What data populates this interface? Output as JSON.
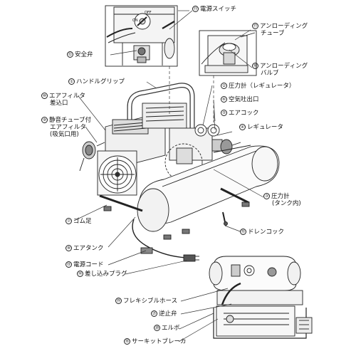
{
  "labels": {
    "power_switch": {
      "num": "⑪",
      "text": "電源スイッチ"
    },
    "unload_tube": {
      "num": "⑰",
      "text": "アンローディング",
      "text2": "チューブ"
    },
    "unload_valve": {
      "num": "⑯",
      "text": "アンローディング",
      "text2": "バルブ"
    },
    "safety_valve": {
      "num": "⑫",
      "text": "安全弁"
    },
    "handle_grip": {
      "num": "①",
      "text": "ハンドルグリップ"
    },
    "pressure_reg": {
      "num": "②",
      "text": "圧力計（レギュレータ）"
    },
    "air_filter_in": {
      "num": "⑩",
      "text": "エアフィルタ",
      "text2": "差込口"
    },
    "air_outlet": {
      "num": "⑥",
      "text": "空気吐出口"
    },
    "air_cock": {
      "num": "⑤",
      "text": "エアコック"
    },
    "silencer": {
      "num": "⑨",
      "text": "静音チューブ付",
      "text2": "エアフィルタ",
      "text3": "(吸気口用)"
    },
    "regulator": {
      "num": "④",
      "text": "レギュレータ"
    },
    "pressure_tank": {
      "num": "③",
      "text": "圧力計",
      "text2": "(タンク内)"
    },
    "rubber_feet": {
      "num": "⑦",
      "text": "ゴム足"
    },
    "drain_cock": {
      "num": "⑮",
      "text": "ドレンコック"
    },
    "air_tank": {
      "num": "⑧",
      "text": "エアタンク"
    },
    "power_cord": {
      "num": "⑬",
      "text": "電源コード"
    },
    "plug": {
      "num": "⑭",
      "text": "差し込みプラグ"
    },
    "flex_hose": {
      "num": "⑲",
      "text": "フレキシブルホース"
    },
    "check_valve": {
      "num": "㉑",
      "text": "逆止弁"
    },
    "elbow": {
      "num": "⑳",
      "text": "エルボ"
    },
    "breaker": {
      "num": "⑱",
      "text": "サーキットブレーカ"
    }
  },
  "switch_text": {
    "off": "OFF",
    "on": "ON"
  }
}
